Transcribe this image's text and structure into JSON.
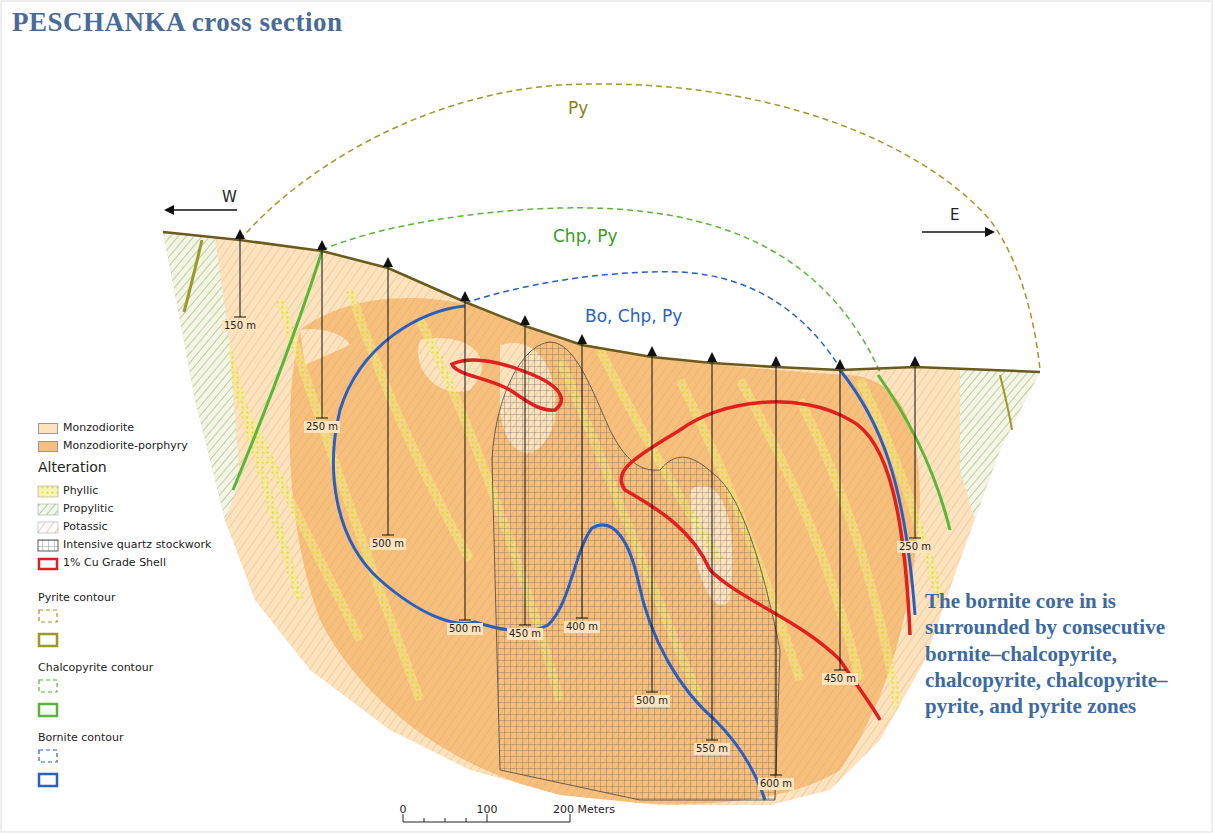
{
  "diagram": {
    "title": "PESCHANKA cross section",
    "caption": "The bornite core in is surrounded by consecutive bornite–chalcopyrite, chalcopyrite, chalcopyrite–pyrite, and pyrite zones",
    "labels": [
      "W",
      "E",
      "Py",
      "Chp, Py",
      "Bo, Chp, Py",
      "150 m",
      "250 m",
      "500 m",
      "500 m",
      "450 m",
      "400 m",
      "500 m",
      "550 m",
      "600 m",
      "450 m",
      "250 m",
      "Alteration",
      "0",
      "100",
      "200 Meters"
    ],
    "legend": [
      {
        "text": "Monzodiorite",
        "color": "#fbe3bd"
      },
      {
        "text": "Monzodiorite-porphyry",
        "color": "#f6c07b"
      },
      {
        "text": "Phyllic"
      },
      {
        "text": "Propylitic"
      },
      {
        "text": "Potassic"
      },
      {
        "text": "Intensive quartz stockwork"
      },
      {
        "text": "1% Cu Grade Shell"
      },
      {
        "text": "Pyrite contour"
      },
      {
        "text": "Chalcopyrite contour"
      },
      {
        "text": "Bornite contour"
      }
    ]
  }
}
